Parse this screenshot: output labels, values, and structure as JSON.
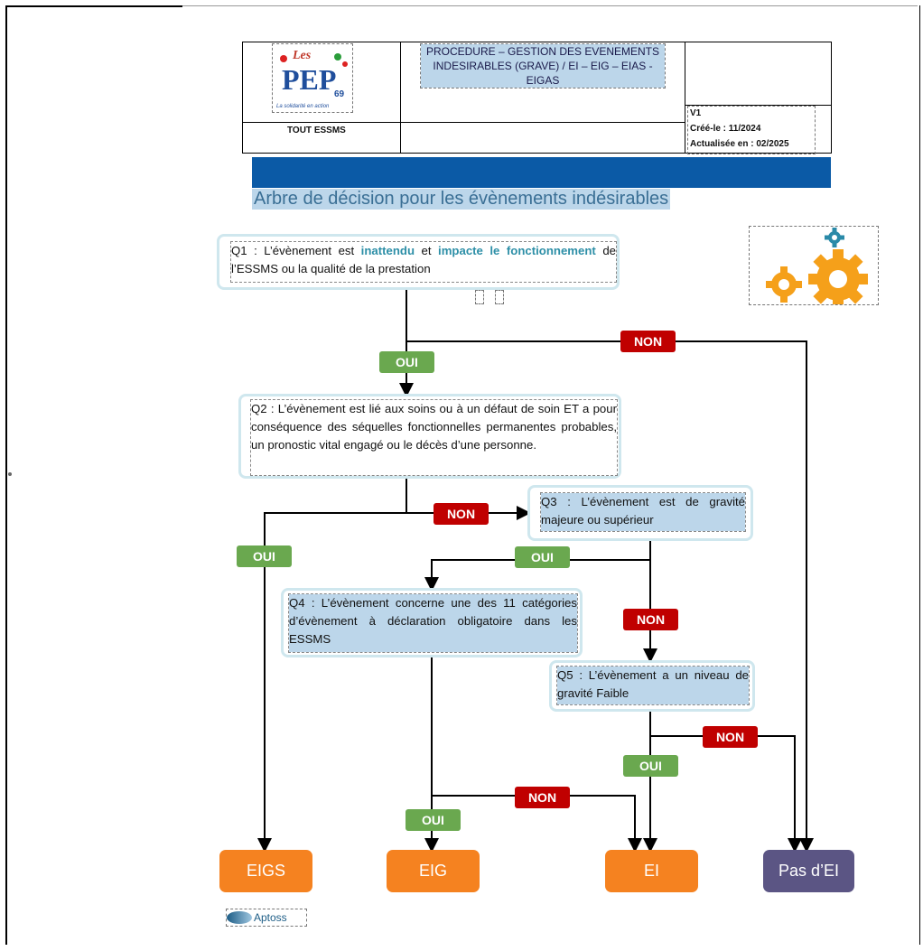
{
  "header": {
    "logo_text": "Les PEP 69",
    "logo_tagline": "La solidarité en action",
    "title": "PROCEDURE – GESTION DES EVENEMENTS INDESIRABLES (GRAVE) / EI – EIG – EIAS - EIGAS",
    "scope": "TOUT ESSMS",
    "version": "V1",
    "created": "Créé-le : 11/2024",
    "updated": "Actualisée en :  02/2025"
  },
  "subtitle": "Arbre de décision pour les évènements indésirables",
  "questions": {
    "q1": {
      "prefix": "Q1 : L’évènement est ",
      "kw1": "inattendu",
      "mid": " et ",
      "kw2": "impacte le fonctionnement",
      "suffix": " de l’ESSMS ou la qualité de la prestation"
    },
    "q2": "Q2 : L’évènement est lié aux soins ou à un défaut de soin ET a pour conséquence des séquelles fonctionnelles permanentes probables, un pronostic vital engagé ou le décès d’une personne.",
    "q3": "Q3 : L’évènement est de gravité majeure ou supérieur",
    "q4": "Q4 : L’évènement concerne une des 11 catégories d’évènement à déclaration obligatoire dans les ESSMS",
    "q5": "Q5 : L’évènement a un niveau de gravité Faible"
  },
  "labels": {
    "oui": "OUI",
    "non": "NON"
  },
  "results": {
    "eigs": "EIGS",
    "eig": "EIG",
    "ei": "EI",
    "pas_ei": "Pas  d’EI"
  },
  "footer": {
    "brand": "Aptoss"
  },
  "colors": {
    "oui": "#6aa84f",
    "non": "#c00000",
    "result": "#f58220",
    "no_event": "#5b5584",
    "banner": "#0b5aa6"
  },
  "icons": {
    "gears": "gears-icon",
    "logo": "pep69-logo"
  }
}
